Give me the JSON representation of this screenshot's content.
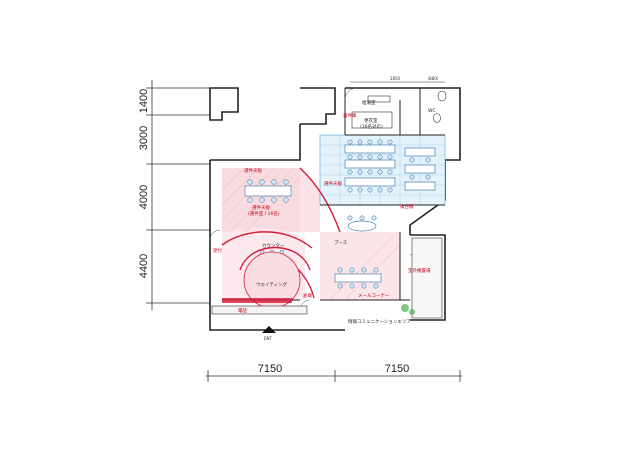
{
  "dimensions": {
    "left": [
      "1400",
      "3000",
      "4000",
      "4400"
    ],
    "bottom": [
      "7150",
      "7150"
    ],
    "top": [
      "1850",
      "(880)"
    ]
  },
  "rooms": {
    "locker": "更衣室",
    "locker_sub": "(16名対応)",
    "pantry": "給湯室",
    "wc": "WC",
    "documents": "書件庫",
    "director_left": "選件天板",
    "director_right": "選件天板",
    "meeting": "選件天板",
    "meeting_sub": "(選件室 / 16名)",
    "counter": "カウンター",
    "waiting": "ウエイティング",
    "reception": "受付",
    "entrance": "電話",
    "outdoor_unit": "室外機置場",
    "storage": "倉庫",
    "booth": "ブース",
    "printer": "複合機",
    "mailbox": "メールコーナー",
    "signage": "情報コミュニケーションエリア",
    "entry": "ENT"
  }
}
